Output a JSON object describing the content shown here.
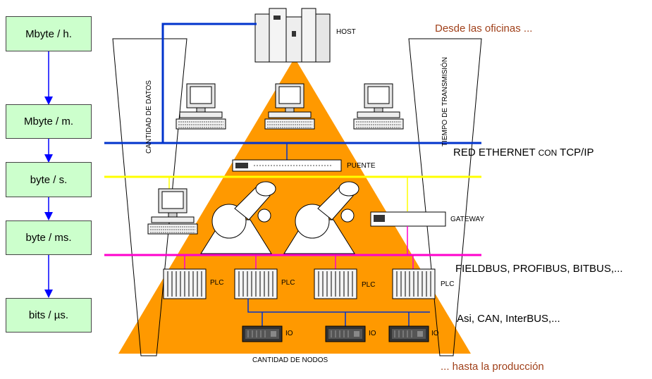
{
  "levels": [
    "Mbyte / h.",
    "Mbyte / m.",
    "byte / s.",
    "byte / ms.",
    "bits / µs."
  ],
  "labels": {
    "host": "HOST",
    "desde": "Desde las oficinas ...",
    "hasta": "... hasta la producción",
    "ethernet_main": "RED ETHERNET",
    "ethernet_con": "CON",
    "ethernet_proto": "TCP/IP",
    "puente": "PUENTE",
    "gateway": "GATEWAY",
    "fieldbus": "FIELDBUS, PROFIBUS, BITBUS,...",
    "asi": "Asi, CAN, InterBUS,...",
    "plc": "PLC",
    "io": "IO",
    "cantidad_datos": "CANTIDAD DE DATOS",
    "tiempo": "TIEMPO DE TRANSMISIÓN",
    "cantidad_nodos": "CANTIDAD DE NODOS"
  },
  "colors": {
    "pyramid": "#ff9900",
    "ethernet": "#0033cc",
    "yellow_bus": "#ffff00",
    "magenta_bus": "#ff00cc",
    "level_box": "#ccffcc",
    "arrow": "#0000ff",
    "brown_text": "#a0401a"
  }
}
